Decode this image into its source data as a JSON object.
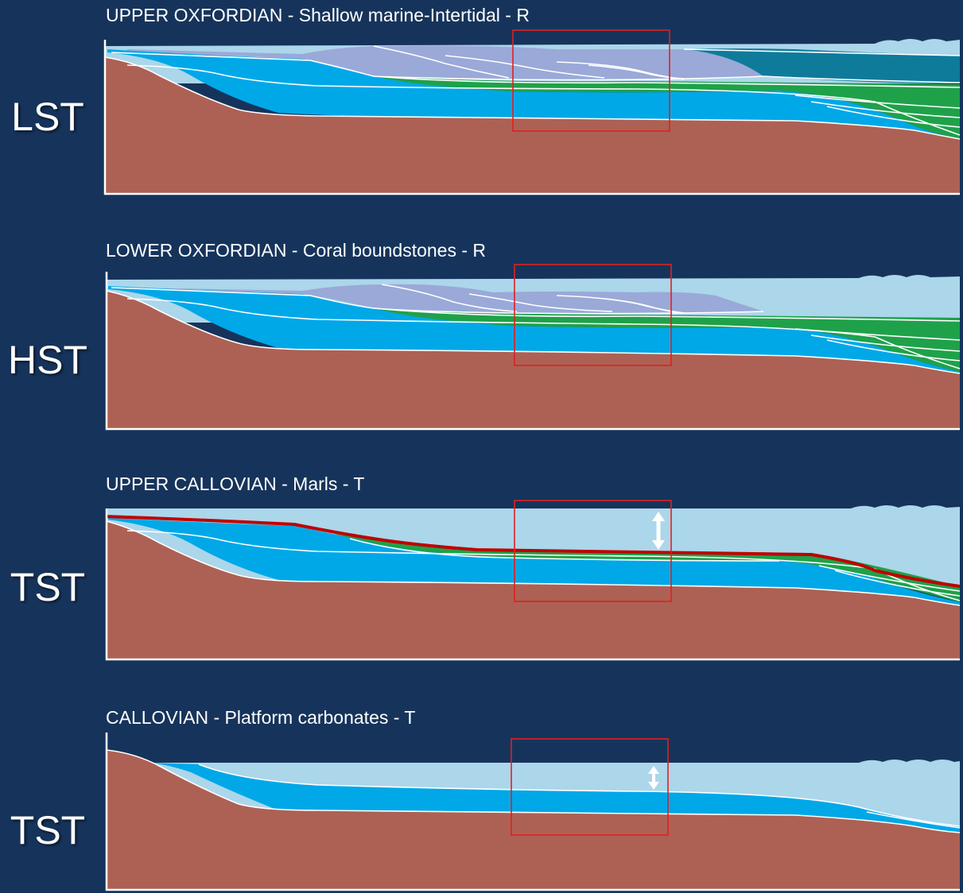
{
  "colors": {
    "background": "#16345b",
    "basement": "#ad6154",
    "carbonate": "#00a8e8",
    "marl": "#1fa14a",
    "reef": "#9aa9d8",
    "deep_water": "#0f7b9b",
    "seawater": "#acd6ea",
    "flooding_surface": "#c00000",
    "highlight_box": "#e02020"
  },
  "panels": [
    {
      "title": "UPPER OXFORDIAN  -  Shallow marine-Intertidal -  R",
      "tract": "LST"
    },
    {
      "title": "LOWER OXFORDIAN  -  Coral boundstones -  R",
      "tract": "HST"
    },
    {
      "title": "UPPER CALLOVIAN  -  Marls  -  T",
      "tract": "TST"
    },
    {
      "title": "CALLOVIAN  -  Platform carbonates  -  T",
      "tract": "TST"
    }
  ]
}
